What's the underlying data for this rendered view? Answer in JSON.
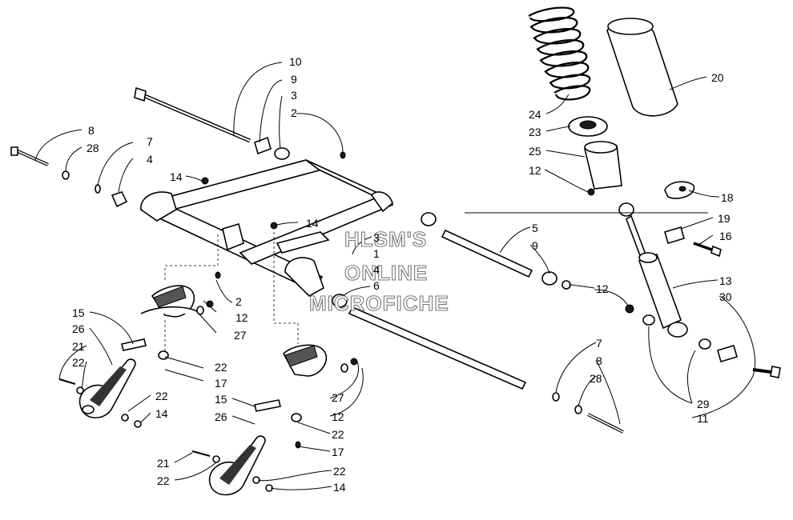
{
  "watermark": {
    "line1": "HLSM'S",
    "line2": "ONLINE",
    "line3": "MICROFICHE"
  },
  "callouts": [
    {
      "id": "c1",
      "text": "10"
    },
    {
      "id": "c2",
      "text": "9"
    },
    {
      "id": "c3",
      "text": "3"
    },
    {
      "id": "c4",
      "text": "2"
    },
    {
      "id": "c5",
      "text": "8"
    },
    {
      "id": "c6",
      "text": "28"
    },
    {
      "id": "c7",
      "text": "7"
    },
    {
      "id": "c8",
      "text": "4"
    },
    {
      "id": "c9",
      "text": "14"
    },
    {
      "id": "c10",
      "text": "14"
    },
    {
      "id": "c11",
      "text": "3"
    },
    {
      "id": "c12",
      "text": "1"
    },
    {
      "id": "c13",
      "text": "4"
    },
    {
      "id": "c14",
      "text": "6"
    },
    {
      "id": "c15",
      "text": "2"
    },
    {
      "id": "c16",
      "text": "12"
    },
    {
      "id": "c17",
      "text": "27"
    },
    {
      "id": "c18",
      "text": "15"
    },
    {
      "id": "c19",
      "text": "26"
    },
    {
      "id": "c20",
      "text": "21"
    },
    {
      "id": "c21",
      "text": "22"
    },
    {
      "id": "c22",
      "text": "22"
    },
    {
      "id": "c23",
      "text": "17"
    },
    {
      "id": "c24",
      "text": "22"
    },
    {
      "id": "c25",
      "text": "14"
    },
    {
      "id": "c26",
      "text": "27"
    },
    {
      "id": "c27",
      "text": "12"
    },
    {
      "id": "c28",
      "text": "15"
    },
    {
      "id": "c29",
      "text": "26"
    },
    {
      "id": "c30",
      "text": "22"
    },
    {
      "id": "c31",
      "text": "17"
    },
    {
      "id": "c32",
      "text": "21"
    },
    {
      "id": "c33",
      "text": "22"
    },
    {
      "id": "c34",
      "text": "22"
    },
    {
      "id": "c35",
      "text": "14"
    },
    {
      "id": "c36",
      "text": "20"
    },
    {
      "id": "c37",
      "text": "24"
    },
    {
      "id": "c38",
      "text": "23"
    },
    {
      "id": "c39",
      "text": "25"
    },
    {
      "id": "c40",
      "text": "12"
    },
    {
      "id": "c41",
      "text": "18"
    },
    {
      "id": "c42",
      "text": "19"
    },
    {
      "id": "c43",
      "text": "16"
    },
    {
      "id": "c44",
      "text": "5"
    },
    {
      "id": "c45",
      "text": "9"
    },
    {
      "id": "c46",
      "text": "12"
    },
    {
      "id": "c47",
      "text": "13"
    },
    {
      "id": "c48",
      "text": "30"
    },
    {
      "id": "c49",
      "text": "7"
    },
    {
      "id": "c50",
      "text": "8"
    },
    {
      "id": "c51",
      "text": "28"
    },
    {
      "id": "c52",
      "text": "29"
    },
    {
      "id": "c53",
      "text": "11"
    }
  ]
}
